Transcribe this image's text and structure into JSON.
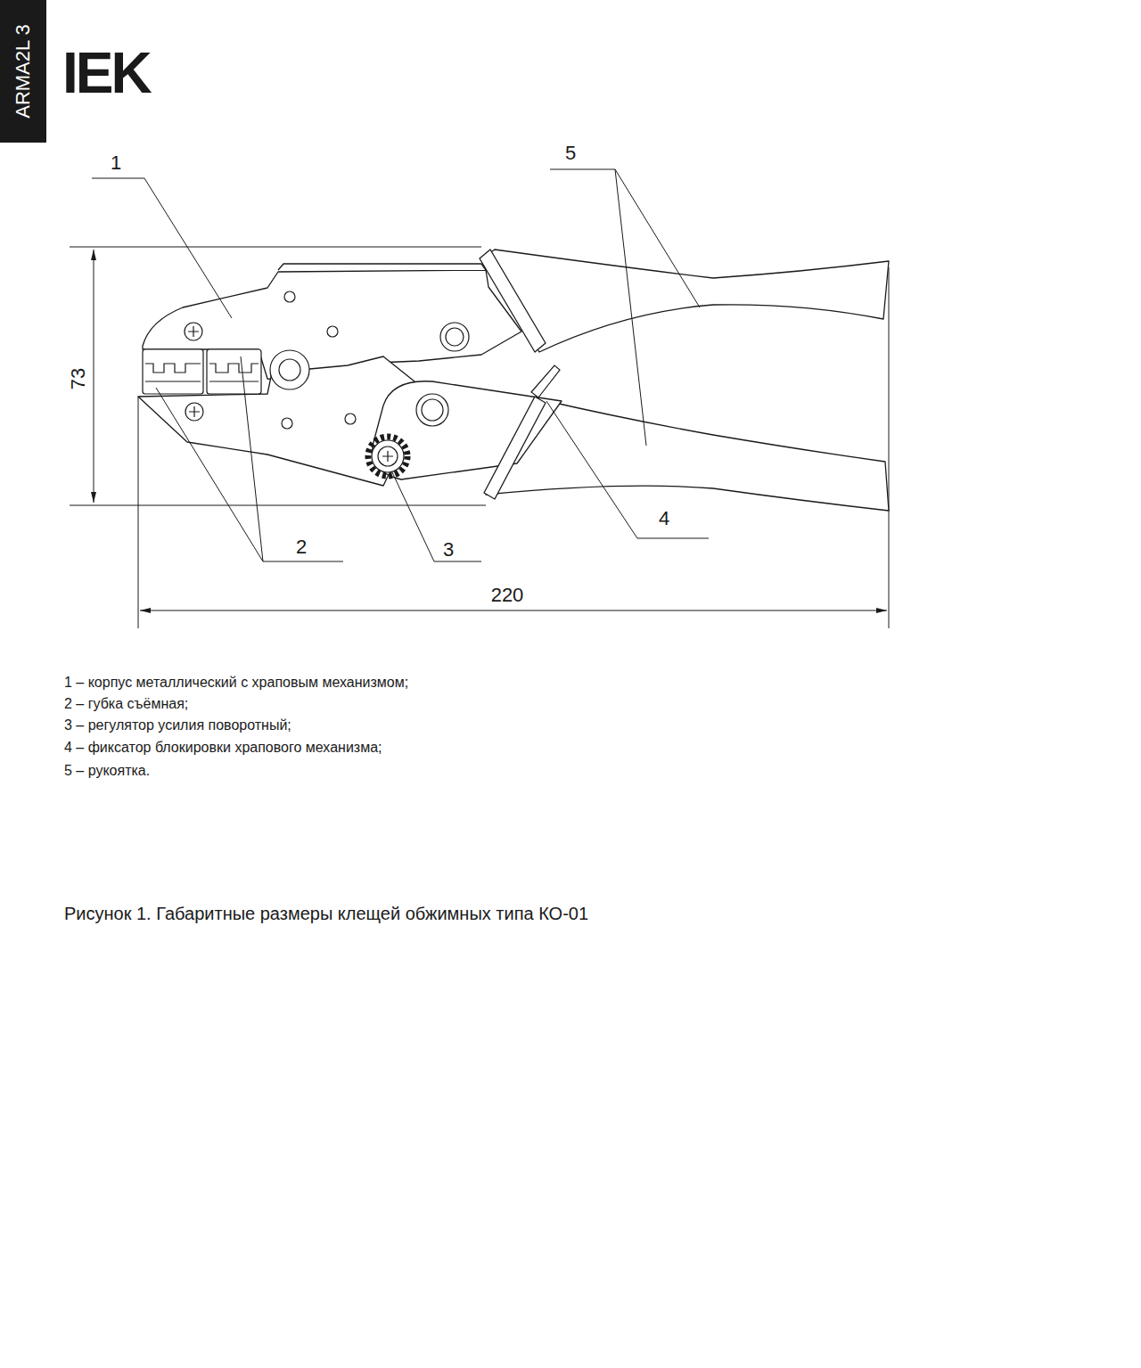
{
  "diagram": {
    "caption": "Рисунок 1. Габаритные размеры клещей обжимных типа КО-01",
    "labels": [
      "ARMA2L 3",
      "IEK",
      "1",
      "5",
      "73",
      "2",
      "3",
      "4",
      "220",
      "1 – корпус металлический с храповым механизмом;",
      "2 – губка съёмная;",
      "3 – регулятор усилия поворотный;",
      "4 – фиксатор блокировки храпового механизма;",
      "5 – рукоятка."
    ]
  }
}
